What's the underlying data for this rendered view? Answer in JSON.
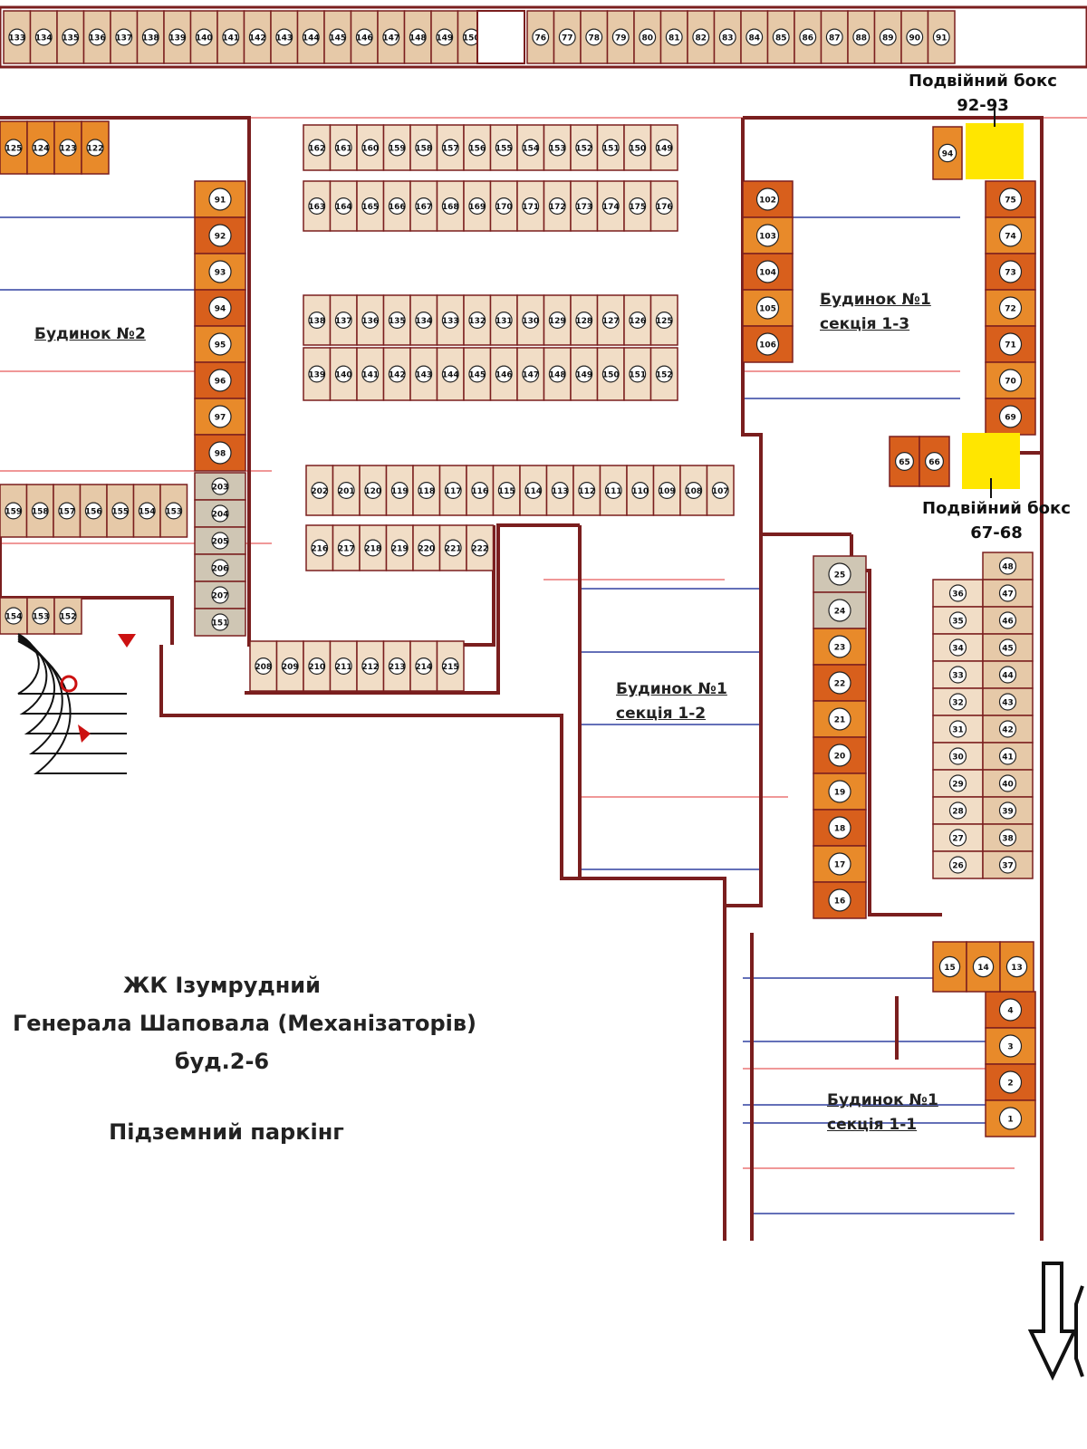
{
  "colors": {
    "wall": "#7a1e1e",
    "grid_red": "#e03030",
    "grid_blue": "#3040a0",
    "spot_beige": "#e6c9a8",
    "spot_light": "#f1ddc6",
    "spot_orange": "#e88a2a",
    "spot_dark_orange": "#d85f1c",
    "spot_gray": "#cfc6b4",
    "double_box": "#ffe600",
    "ramp_red": "#cc1111"
  },
  "title": {
    "line1": "ЖК Ізумрудний",
    "line2": "Генерала Шаповала (Механізаторів)",
    "line3": "буд.2-6",
    "line4": "Підземний паркінг"
  },
  "buildings": {
    "b2": "Будинок №2",
    "b1_3_line1": "Будинок №1",
    "b1_3_line2": "секція 1-3",
    "b1_2_line1": "Будинок №1",
    "b1_2_line2": "секція 1-2",
    "b1_1_line1": "Будинок №1",
    "b1_1_line2": "секція 1-1"
  },
  "double_boxes": {
    "box_92_93_line1": "Подвійний бокс",
    "box_92_93_line2": "92-93",
    "box_67_68_line1": "Подвійний бокс",
    "box_67_68_line2": "67-68"
  },
  "spots": {
    "top_row_left": [
      "133",
      "134",
      "135",
      "136",
      "137",
      "138",
      "139",
      "140",
      "141",
      "142",
      "143",
      "144",
      "145",
      "146",
      "147",
      "148",
      "149",
      "150"
    ],
    "top_row_right": [
      "76",
      "77",
      "78",
      "79",
      "80",
      "81",
      "82",
      "83",
      "84",
      "85",
      "86",
      "87",
      "88",
      "89",
      "90",
      "91"
    ],
    "b13_left_column": [
      "102",
      "103",
      "104",
      "105",
      "106"
    ],
    "b13_right_column": [
      "75",
      "74",
      "73",
      "72",
      "71",
      "70",
      "69"
    ],
    "b13_bottom": [
      "65",
      "66"
    ],
    "b13_top": [
      "94",
      "15"
    ],
    "b2_right_column": [
      "91",
      "92",
      "93",
      "94",
      "95",
      "96",
      "97",
      "98"
    ],
    "b2_lower_column": [
      "203",
      "204",
      "205",
      "206",
      "207",
      "151"
    ],
    "b2_bottom_row": [
      "159",
      "158",
      "157",
      "156",
      "155",
      "154",
      "153"
    ],
    "b2_top_left": [
      "125",
      "124",
      "123",
      "122"
    ],
    "b2_lower_left": [
      "154",
      "153",
      "152"
    ],
    "block1_top": [
      "162",
      "161",
      "160",
      "159",
      "158",
      "157",
      "156",
      "155",
      "154",
      "153",
      "152",
      "151",
      "150",
      "149"
    ],
    "block1_bottom": [
      "163",
      "164",
      "165",
      "166",
      "167",
      "168",
      "169",
      "170",
      "171",
      "172",
      "173",
      "174",
      "175",
      "176"
    ],
    "block2_top": [
      "138",
      "137",
      "136",
      "135",
      "134",
      "133",
      "132",
      "131",
      "130",
      "129",
      "128",
      "127",
      "126",
      "125"
    ],
    "block2_bottom": [
      "139",
      "140",
      "141",
      "142",
      "143",
      "144",
      "145",
      "146",
      "147",
      "148",
      "149",
      "150",
      "151",
      "152"
    ],
    "block3_top": [
      "202",
      "201",
      "120",
      "119",
      "118",
      "117",
      "116",
      "115",
      "114",
      "113",
      "112",
      "111",
      "110",
      "109",
      "108",
      "107"
    ],
    "block3_bottom": [
      "216",
      "217",
      "218",
      "219",
      "220",
      "221",
      "222"
    ],
    "block4_row": [
      "208",
      "209",
      "210",
      "211",
      "212",
      "213",
      "214",
      "215"
    ],
    "b12_column": [
      "25",
      "24",
      "23",
      "22",
      "21",
      "20",
      "19",
      "18",
      "17",
      "16"
    ],
    "right_block_left": [
      "36",
      "35",
      "34",
      "33",
      "32",
      "31",
      "30",
      "29",
      "28",
      "27",
      "26"
    ],
    "right_block_right": [
      "48",
      "47",
      "46",
      "45",
      "44",
      "43",
      "42",
      "41",
      "40",
      "39",
      "38",
      "37"
    ],
    "b11_column": [
      "4",
      "3",
      "2",
      "1"
    ],
    "b11_top": [
      "15",
      "14",
      "13"
    ]
  }
}
